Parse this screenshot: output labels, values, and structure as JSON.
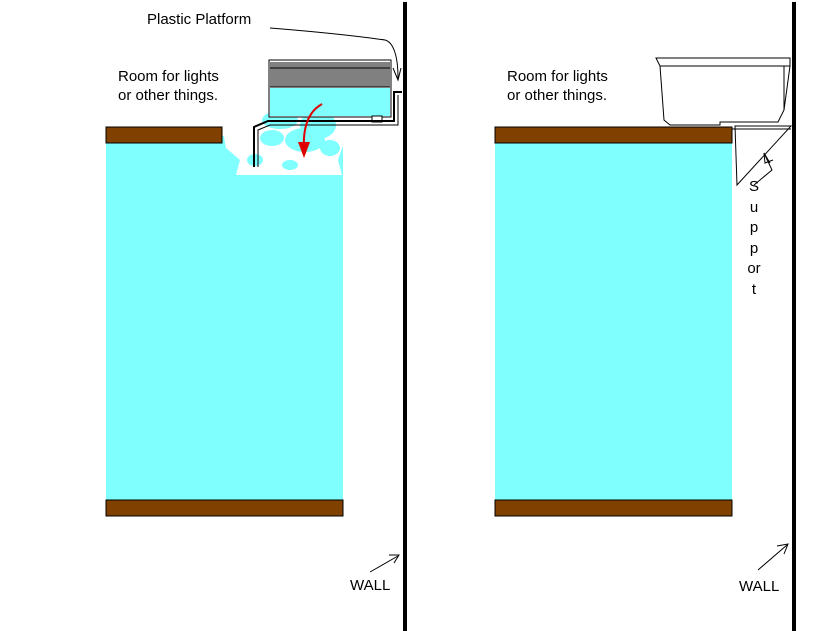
{
  "labels": {
    "platform": "Plastic Platform",
    "room_left_1": "Room for lights",
    "room_left_2": "or other things.",
    "room_right_1": "Room for lights",
    "room_right_2": "or other things.",
    "support": "Support",
    "wall_left": "WALL",
    "wall_right": "WALL"
  },
  "colors": {
    "water": "#80FFFF",
    "wood": "#804000",
    "tray_band": "#808080",
    "flow_arrow": "#E00000",
    "line": "#000000"
  }
}
